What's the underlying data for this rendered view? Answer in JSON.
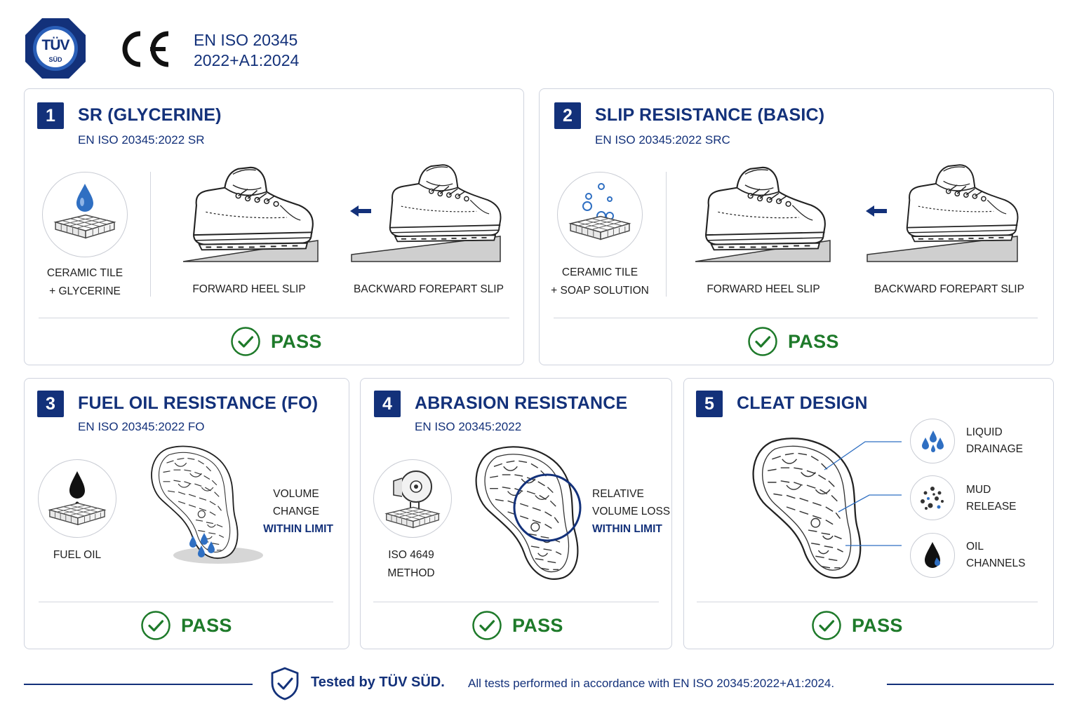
{
  "header": {
    "logo_text": "TÜV",
    "logo_sub": "SÜD",
    "ce_mark": "CE",
    "standard_line1": "EN ISO 20345",
    "standard_line2": "2022+A1:2024"
  },
  "cards": [
    {
      "number": "1",
      "title": "SR (GLYCERINE)",
      "subtitle": "EN ISO 20345:2022 SR",
      "surface_line1": "CERAMIC TILE",
      "surface_line2": "+ GLYCERINE",
      "test_a": "FORWARD HEEL SLIP",
      "test_b": "BACKWARD FOREPART SLIP",
      "result": "PASS"
    },
    {
      "number": "2",
      "title": "SLIP RESISTANCE (BASIC)",
      "subtitle": "EN ISO 20345:2022 SRC",
      "surface_line1": "CERAMIC TILE",
      "surface_line2": "+ SOAP SOLUTION",
      "test_a": "FORWARD HEEL SLIP",
      "test_b": "BACKWARD FOREPART SLIP",
      "result": "PASS"
    },
    {
      "number": "3",
      "title": "FUEL OIL RESISTANCE (FO)",
      "subtitle": "EN ISO 20345:2022 FO",
      "icon_label": "FUEL OIL",
      "note_line1": "VOLUME",
      "note_line2": "CHANGE",
      "note_line3": "WITHIN LIMIT",
      "result": "PASS"
    },
    {
      "number": "4",
      "title": "ABRASION RESISTANCE",
      "subtitle": "EN ISO 20345:2022",
      "icon_label_line1": "ISO 4649",
      "icon_label_line2": "METHOD",
      "note_line1": "RELATIVE",
      "note_line2": "VOLUME LOSS",
      "note_line3": "WITHIN LIMIT",
      "result": "PASS"
    },
    {
      "number": "5",
      "title": "CLEAT DESIGN",
      "features": [
        {
          "line1": "LIQUID",
          "line2": "DRAINAGE",
          "icon": "water-drops-icon"
        },
        {
          "line1": "MUD",
          "line2": "RELEASE",
          "icon": "mud-particles-icon"
        },
        {
          "line1": "OIL",
          "line2": "CHANNELS",
          "icon": "oil-drop-icon"
        }
      ],
      "result": "PASS"
    }
  ],
  "footer": {
    "tested_by": "Tested by TÜV SÜD.",
    "statement": "All tests performed in accordance with EN ISO 20345:2022+A1:2024."
  },
  "colors": {
    "navy": "#13317a",
    "pass_green": "#1e7a2a",
    "border": "#cfd3de",
    "drop_blue": "#2f6fc2"
  }
}
